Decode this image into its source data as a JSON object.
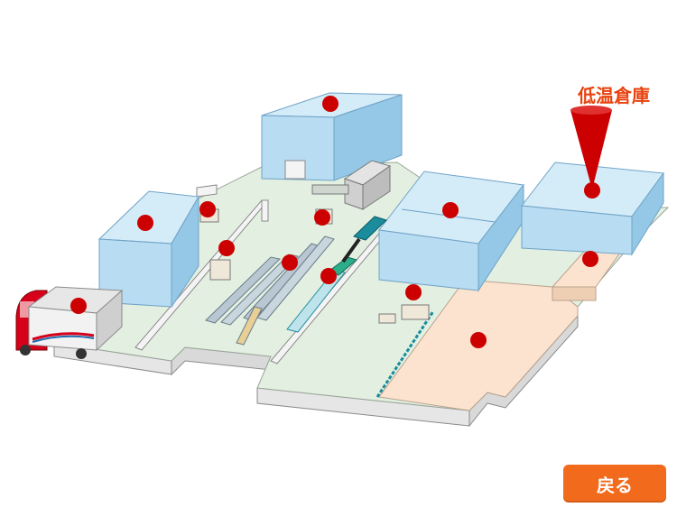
{
  "callout": {
    "label": "低温倉庫"
  },
  "nav": {
    "back_label": "戻る"
  },
  "colors": {
    "floor": "#e3f0e1",
    "wall": "#f4f4f4",
    "building_top": "#d4ebf8",
    "building_front": "#b8dcf1",
    "building_side": "#94c8e6",
    "cold_zone": "#fbe3cf",
    "hotspot": "#cc0000",
    "callout": "#e8420e",
    "button": "#f26a1b",
    "conveyor": "#1a8c9c"
  },
  "hotspots": [
    {
      "name": "hotspot-upper-building"
    },
    {
      "name": "hotspot-left-building"
    },
    {
      "name": "hotspot-left-machine"
    },
    {
      "name": "hotspot-workstation"
    },
    {
      "name": "hotspot-rack-center"
    },
    {
      "name": "hotspot-rack-upper"
    },
    {
      "name": "hotspot-conveyor"
    },
    {
      "name": "hotspot-center-building"
    },
    {
      "name": "hotspot-packing-area"
    },
    {
      "name": "hotspot-truck"
    },
    {
      "name": "hotspot-cold-warehouse"
    },
    {
      "name": "hotspot-cold-room"
    },
    {
      "name": "hotspot-cold-floor"
    }
  ]
}
